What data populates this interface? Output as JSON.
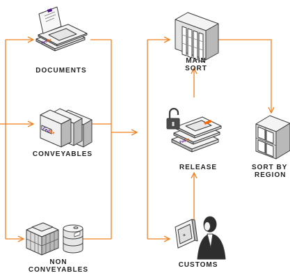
{
  "colors": {
    "flow_line": "#f07f1e",
    "outline": "#3a3a3a",
    "box_light": "#f4f4f4",
    "box_mid": "#dcdcdc",
    "box_dark": "#b9b9b9",
    "brand_purple": "#4d148c",
    "brand_orange": "#ff6600"
  },
  "nodes": {
    "documents": {
      "label": "DOCUMENTS",
      "icon": "envelope-stack-icon"
    },
    "conveyables": {
      "label": "CONVEYABLES",
      "icon": "parcel-boxes-icon"
    },
    "nonconveyables": {
      "label_line1": "NON",
      "label_line2": "CONVEYABLES",
      "icon": "crate-and-drum-icon"
    },
    "main_sort": {
      "label_line1": "MAIN",
      "label_line2": "SORT",
      "icon": "sorting-machine-icon"
    },
    "release": {
      "label": "RELEASE",
      "icon": "unlocked-package-icon"
    },
    "customs": {
      "label": "CUSTOMS",
      "icon": "customs-officer-icon"
    },
    "sort_by_region": {
      "label_line1": "SORT BY",
      "label_line2": "REGION",
      "icon": "regional-bins-icon"
    }
  },
  "brand_mark": {
    "fed": "Fed",
    "ex": "Ex"
  }
}
